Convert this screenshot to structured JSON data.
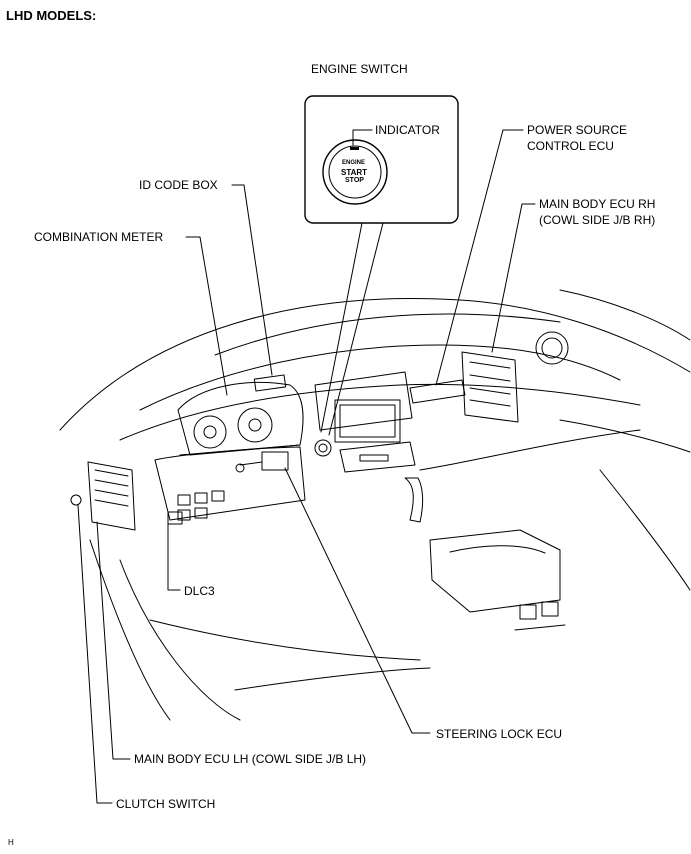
{
  "header": "LHD MODELS:",
  "inset_title": "ENGINE SWITCH",
  "button_text": [
    "ENGINE",
    "START",
    "STOP"
  ],
  "labels": {
    "indicator": "INDICATOR",
    "power_source_1": "POWER SOURCE",
    "power_source_2": "CONTROL ECU",
    "id_code_box": "ID CODE BOX",
    "main_body_rh_1": "MAIN BODY ECU RH",
    "main_body_rh_2": "(COWL SIDE J/B RH)",
    "combination_meter": "COMBINATION METER",
    "dlc3": "DLC3",
    "steering_lock": "STEERING LOCK ECU",
    "main_body_lh": "MAIN BODY ECU LH (COWL SIDE J/B LH)",
    "clutch_switch": "CLUTCH SWITCH"
  },
  "footer": "H"
}
